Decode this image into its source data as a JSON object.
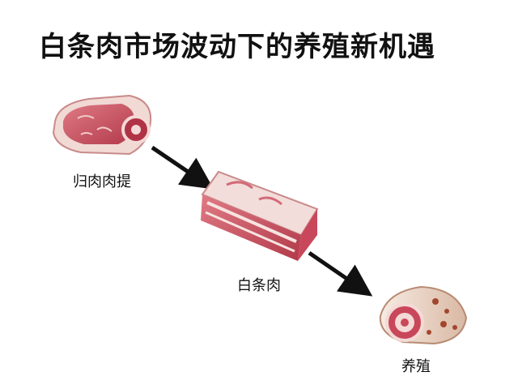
{
  "title": "白条肉市场波动下的养殖新机遇",
  "nodes": [
    {
      "id": "steak",
      "label": "归肉肉提"
    },
    {
      "id": "pork-belly",
      "label": "白条肉"
    },
    {
      "id": "shell",
      "label": "养殖"
    }
  ],
  "colors": {
    "arrow": "#111111",
    "meat": "#c9475a",
    "fat": "#f4e4e0",
    "shell": "#e8d2c2",
    "shell_spot": "#a2462d"
  }
}
